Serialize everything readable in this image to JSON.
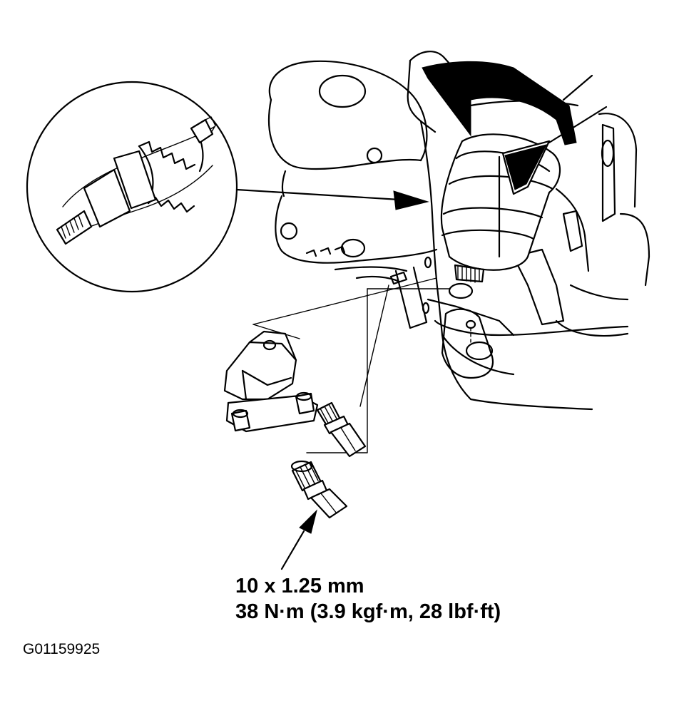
{
  "fastener_spec": {
    "size": "10 x 1.25 mm",
    "torque": "38 N·m (3.9 kgf·m, 28 lbf·ft)"
  },
  "figure_id": "G01159925"
}
